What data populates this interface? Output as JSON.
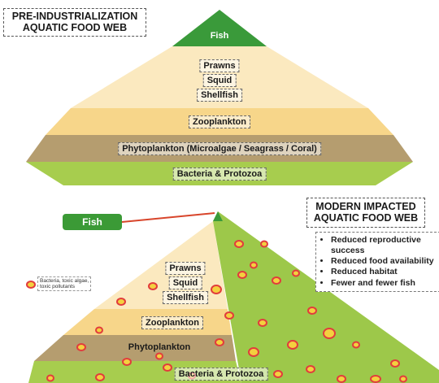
{
  "top": {
    "title": [
      "PRE-INDUSTRIALIZATION",
      "AQUATIC FOOD WEB"
    ],
    "fish": "Fish",
    "consumers": [
      "Prawns",
      "Squid",
      "Shellfish"
    ],
    "zooplankton": "Zooplankton",
    "phytoplankton": "Phytoplankton (Microalgae / Seagrass / Coral)",
    "bacteria": "Bacteria & Protozoa"
  },
  "bottom": {
    "title": [
      "MODERN IMPACTED",
      "AQUATIC FOOD WEB"
    ],
    "fish_tag": "Fish",
    "effects": [
      "Reduced reproductive success",
      "Reduced food availability",
      "Reduced habitat",
      "Fewer and fewer fish"
    ],
    "legend": [
      "Bacteria, toxic algae,",
      "toxic pollutants"
    ],
    "consumers": [
      "Prawns",
      "Squid",
      "Shellfish"
    ],
    "zooplankton": "Zooplankton",
    "phytoplankton": "Phytoplankton",
    "bacteria": "Bacteria & Protozoa"
  },
  "colors": {
    "fish_green": "#3a9a3a",
    "light_cream": "#fbe9bf",
    "zoo_yellow": "#f7d68a",
    "phyto_brown": "#b59d6f",
    "bacteria_green": "#a7cd4e",
    "blob_yellow": "#f4d03f",
    "blob_red": "#e23c3c"
  }
}
